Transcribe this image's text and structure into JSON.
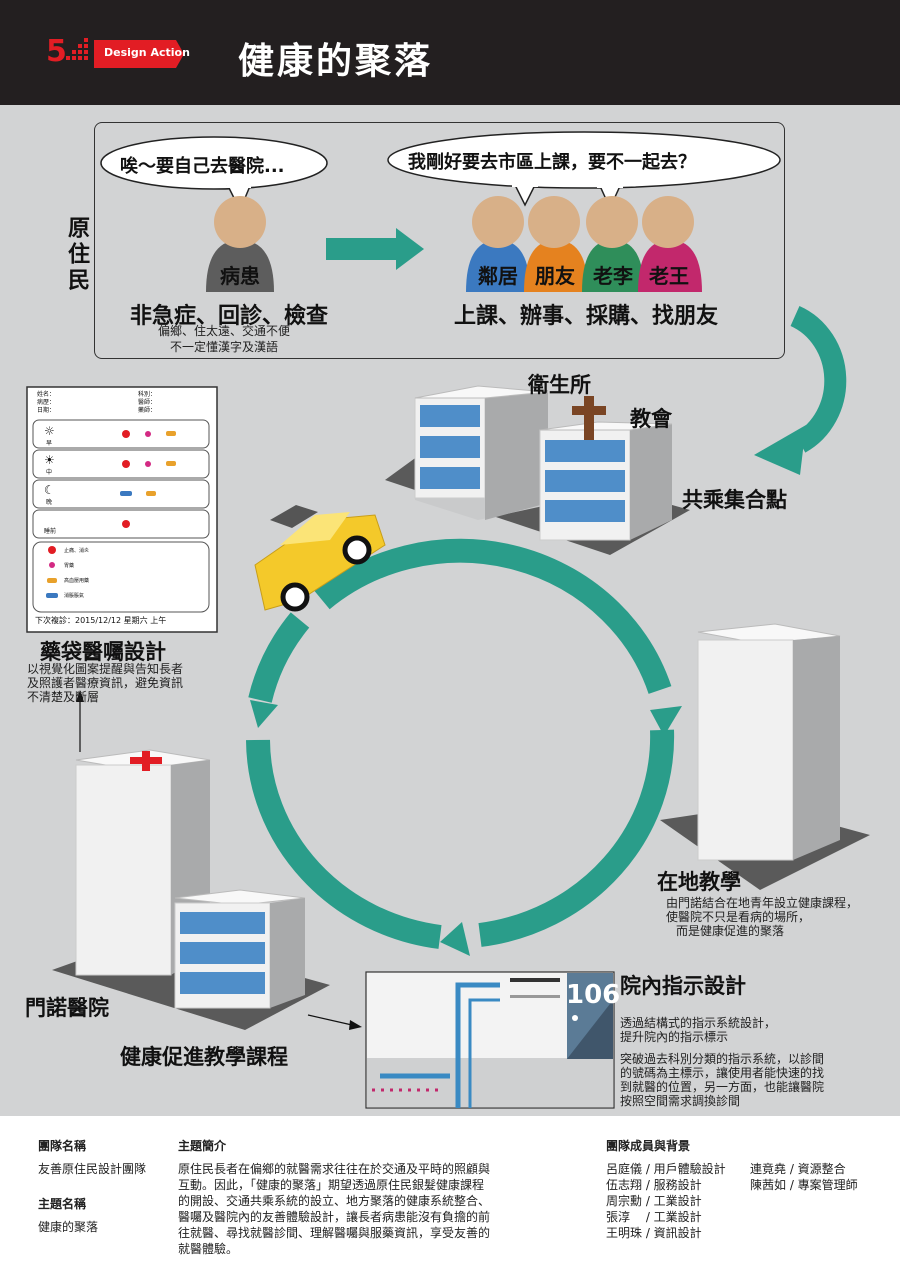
{
  "header": {
    "logo_number": "5",
    "logo_tag": "Design Action",
    "title": "健康的聚落"
  },
  "resident": {
    "side_label": "原住民",
    "bubble_left": "唉～要自己去醫院...",
    "bubble_right": "我剛好要去市區上課，要不一起去？",
    "patient_label": "病患",
    "patient_needs": "非急症、回診、檢查",
    "patient_note_1": "偏鄉、住太遠、交通不便",
    "patient_note_2": "不一定懂漢字及漢語",
    "companions": [
      {
        "label": "鄰居",
        "color": "#3b79c0"
      },
      {
        "label": "朋友",
        "color": "#e5821f"
      },
      {
        "label": "老李",
        "color": "#2f8e5a"
      },
      {
        "label": "老王",
        "color": "#c2286c"
      }
    ],
    "companion_needs": "上課、辦事、採購、找朋友"
  },
  "places": {
    "health_station": "衛生所",
    "church": "教會",
    "carpool_point": "共乘集合點",
    "local_teaching": "在地教學",
    "local_teaching_desc": [
      "由門諾結合在地青年設立健康課程，",
      "使醫院不只是看病的場所，",
      "而是健康促進的聚落"
    ],
    "hospital": "門諾醫院",
    "health_course": "健康促進教學課程"
  },
  "bag": {
    "title": "藥袋醫囑設計",
    "desc": [
      "以視覺化圖案提醒與告知長者",
      "及照護者醫療資訊，避免資訊",
      "不清楚及斷層"
    ],
    "field_labels": [
      "姓名：",
      "病歷：",
      "日期：",
      "科別：",
      "醫師：",
      "藥師："
    ],
    "time_labels": [
      "早",
      "中",
      "晚",
      "睡前"
    ],
    "legend": [
      "止痛、消炎",
      "胃藥",
      "高血壓用藥",
      "消脹脹氣"
    ],
    "next_visit": "下次複診：2015/12/12 星期六 上午"
  },
  "wayfinding": {
    "title": "院內指示設計",
    "room_number": "106",
    "desc_1": [
      "透過結構式的指示系統設計，",
      "提升院內的指示標示"
    ],
    "desc_2": [
      "突破過去科別分類的指示系統，以診間",
      "的號碼為主標示，讓使用者能快速的找",
      "到就醫的位置，另一方面，也能讓醫院",
      "按照空間需求調換診間"
    ]
  },
  "footer": {
    "team_heading": "團隊名稱",
    "team_name": "友善原住民設計團隊",
    "topic_heading": "主題名稱",
    "topic_name": "健康的聚落",
    "intro_heading": "主題簡介",
    "intro_lines": [
      "原住民長者在偏鄉的就醫需求往往在於交通及平時的照顧與",
      "互動。因此，「健康的聚落」期望透過原住民銀髮健康課程",
      "的開設、交通共乘系統的設立、地方聚落的健康系統整合、",
      "醫囑及醫院內的友善體驗設計，讓長者病患能沒有負擔的前",
      "往就醫、尋找就醫診間、理解醫囑與服藥資訊，享受友善的",
      "就醫體驗。"
    ],
    "members_heading": "團隊成員與背景",
    "members_left": [
      "呂庭儀 / 用戶體驗設計",
      "伍志翔 / 服務設計",
      "周宗勳 / 工業設計",
      "張淳　 / 工業設計",
      "王明珠 / 資訊設計"
    ],
    "members_right": [
      "連竟堯 / 資源整合",
      "陳茜如 / 專案管理師"
    ]
  },
  "colors": {
    "header_bg": "#231f20",
    "accent_red": "#e21d24",
    "arrow_teal": "#2a9d8a",
    "canvas_gray": "#d2d3d4",
    "window_blue": "#4f8ec9"
  }
}
